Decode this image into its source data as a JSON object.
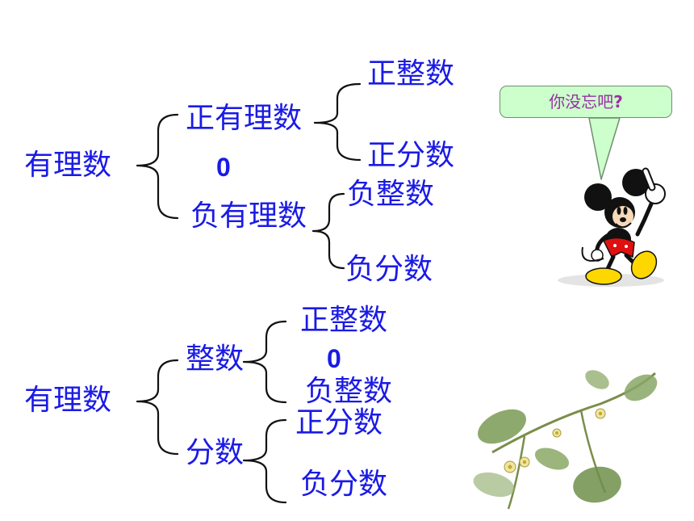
{
  "diagram1": {
    "root": "有理数",
    "positive": "正有理数",
    "positive_integer": "正整数",
    "positive_fraction": "正分数",
    "zero": "0",
    "negative": "负有理数",
    "negative_integer": "负整数",
    "negative_fraction": "负分数"
  },
  "diagram2": {
    "root": "有理数",
    "integer": "整数",
    "positive_integer": "正整数",
    "zero": "0",
    "negative_integer": "负整数",
    "fraction": "分数",
    "positive_fraction": "正分数",
    "negative_fraction": "负分数"
  },
  "callout": {
    "text": "你没忘吧",
    "mark": "?"
  },
  "colors": {
    "text": "#1a1ae6",
    "bubble_fill": "#ccffcc",
    "bubble_text": "#9a2fa3"
  },
  "icons": {
    "character": "cartoon-mouse-pointing-icon",
    "decoration": "leafy-vine-flowers-icon"
  }
}
